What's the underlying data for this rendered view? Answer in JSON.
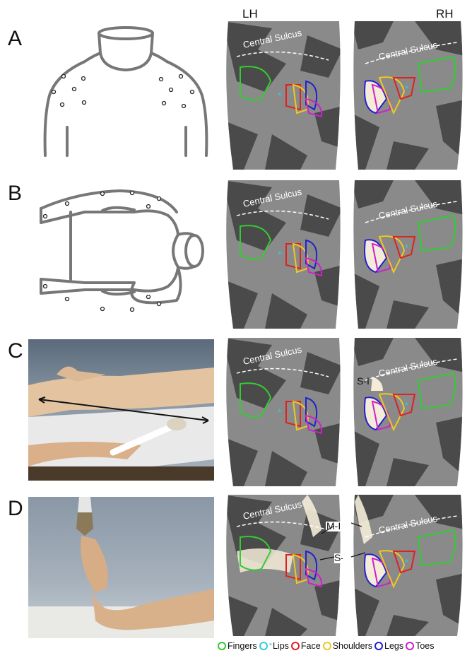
{
  "header": {
    "lh_label": "LH",
    "rh_label": "RH"
  },
  "panels": [
    {
      "letter": "A",
      "cs_label": "Central Sulcus"
    },
    {
      "letter": "B",
      "cs_label": "Central Sulcus"
    },
    {
      "letter": "C",
      "cs_label": "Central Sulcus",
      "rh_annotation": "S-I"
    },
    {
      "letter": "D",
      "cs_label": "Central Sulcus",
      "annotations": [
        "M-I",
        "S-I"
      ]
    }
  ],
  "legend": [
    {
      "label": "Fingers",
      "color": "#33cc33"
    },
    {
      "label": "Lips",
      "color": "#33ccdd",
      "marker": "*"
    },
    {
      "label": "Face",
      "color": "#dd2222"
    },
    {
      "label": "Shoulders",
      "color": "#eec820"
    },
    {
      "label": "Legs",
      "color": "#2222cc"
    },
    {
      "label": "Toes",
      "color": "#cc22cc"
    }
  ],
  "colors": {
    "brain_dark": "#4a4a4a",
    "brain_light": "#8a8a8a",
    "outline": "#777777"
  }
}
